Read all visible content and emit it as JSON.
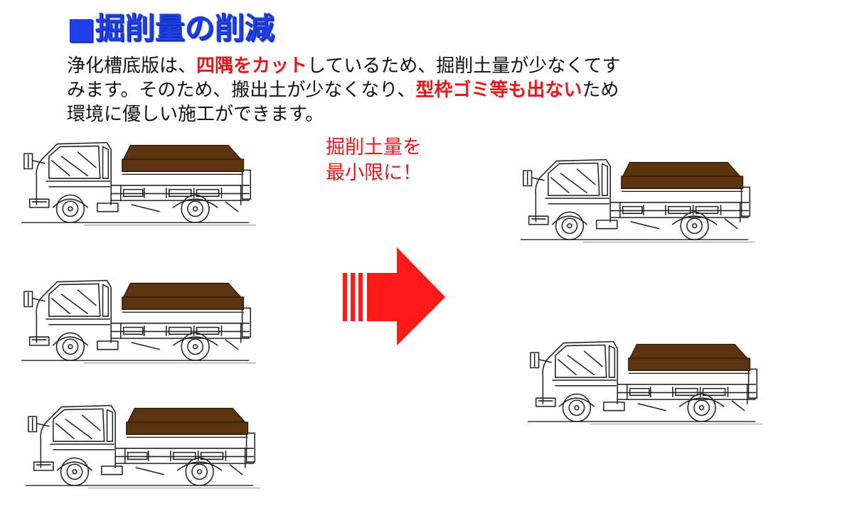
{
  "slide": {
    "title": "■掘削量の削減",
    "paragraph": {
      "line1": {
        "before": "浄化槽底版は、",
        "highlight": "四隅をカット",
        "after": "しているため、掘削土量が少なくてす"
      },
      "line2": {
        "before": "みます。そのため、搬出土が少なくなり、",
        "highlight": "型枠ゴミ等も出ない",
        "after": "ため"
      },
      "line3": "環境に優しい施工ができます。"
    },
    "callout": {
      "line1": "掘削土量を",
      "line2": "最小限に！"
    }
  },
  "colors": {
    "title": "#1f3fe6",
    "highlight": "#e8151b",
    "soil": "#5b3410",
    "arrow": "#ff1a1a"
  },
  "icons": [
    "dump-truck-icon",
    "right-arrow-icon"
  ]
}
